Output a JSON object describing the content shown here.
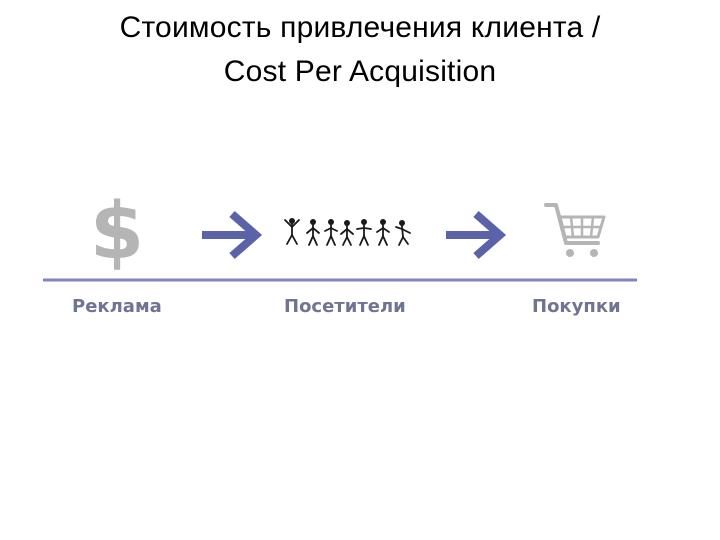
{
  "title": {
    "line1": "Стоимость привлечения клиента /",
    "line2": "Cost Per Acquisition"
  },
  "stages": [
    {
      "label": "Реклама",
      "icon": "dollar-sign-icon"
    },
    {
      "label": "Посетители",
      "icon": "people-icon"
    },
    {
      "label": "Покупки",
      "icon": "shopping-cart-icon"
    }
  ],
  "colors": {
    "accent": "#5b63a8",
    "icon_gray": "#b5b5b5",
    "label": "#6f7493",
    "line": "#7e86bf"
  }
}
